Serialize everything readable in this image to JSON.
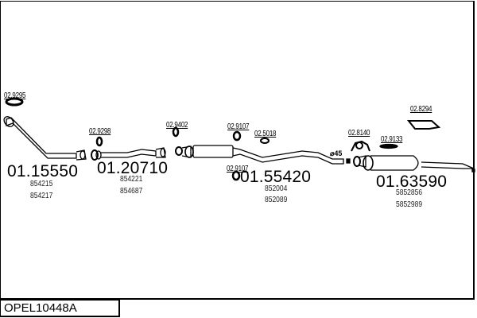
{
  "diagram": {
    "code": "OPEL10448A",
    "parts": [
      {
        "number": "01.15550",
        "oe": [
          "854215",
          "854217"
        ]
      },
      {
        "number": "01.20710",
        "oe": [
          "854221",
          "854687"
        ]
      },
      {
        "number": "01.55420",
        "oe": [
          "852004",
          "852089"
        ]
      },
      {
        "number": "01.63590",
        "oe": [
          "5852856",
          "5852989"
        ]
      }
    ],
    "accessories": [
      {
        "number": "02.9295",
        "icon": "gasket-icon"
      },
      {
        "number": "02.9298",
        "icon": "rubber-ring-icon"
      },
      {
        "number": "02.9402",
        "icon": "rubber-ring-icon"
      },
      {
        "number": "02.9107",
        "icon": "rubber-ring-icon"
      },
      {
        "number": "02.5018",
        "icon": "clamp-icon"
      },
      {
        "number": "02.9107",
        "icon": "rubber-ring-icon"
      },
      {
        "number": "02.8140",
        "icon": "bracket-icon"
      },
      {
        "number": "02.9133",
        "icon": "mounting-strap-icon"
      },
      {
        "number": "02.8294",
        "icon": "hanger-ring-icon"
      }
    ],
    "diameter_label": "⌀45"
  }
}
